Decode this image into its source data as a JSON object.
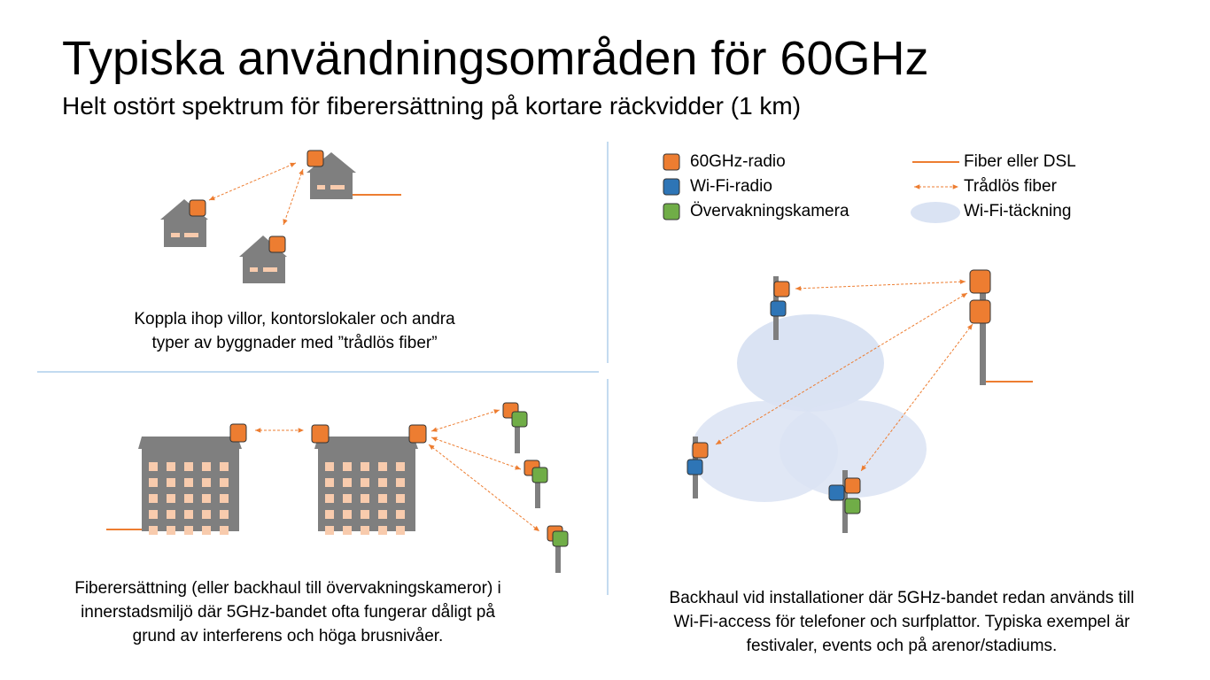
{
  "title": "Typiska användningsområden för 60GHz",
  "subtitle": "Helt ostört spektrum för fiberersättning på kortare räckvidder (1 km)",
  "legend": {
    "radio_60ghz": "60GHz-radio",
    "wifi_radio": "Wi-Fi-radio",
    "camera": "Övervakningskamera",
    "fiber": "Fiber eller DSL",
    "wireless_fiber": "Trådlös fiber",
    "wifi_coverage": "Wi-Fi-täckning"
  },
  "captions": {
    "houses_line1": "Koppla ihop villor, kontorslokaler och andra",
    "houses_line2": "typer av byggnader med ”trådlös fiber”",
    "city_line1": "Fiberersättning (eller backhaul till övervakningskameror) i",
    "city_line2": "innerstadsmiljö där 5GHz-bandet ofta fungerar dåligt på",
    "city_line3": "grund av interferens och höga brusnivåer.",
    "events_line1": "Backhaul vid installationer där 5GHz-bandet redan används till",
    "events_line2": "Wi-Fi-access för telefoner och surfplattor. Typiska exempel är",
    "events_line3": "festivaler, events och på arenor/stadiums."
  },
  "colors": {
    "radio_60ghz": "#ED7D31",
    "wifi_radio": "#2E75B6",
    "camera": "#70AD47",
    "building": "#7F7F7F",
    "window": "#F8CBAD",
    "coverage": "#DAE3F3",
    "divider": "#9DC3E6"
  }
}
